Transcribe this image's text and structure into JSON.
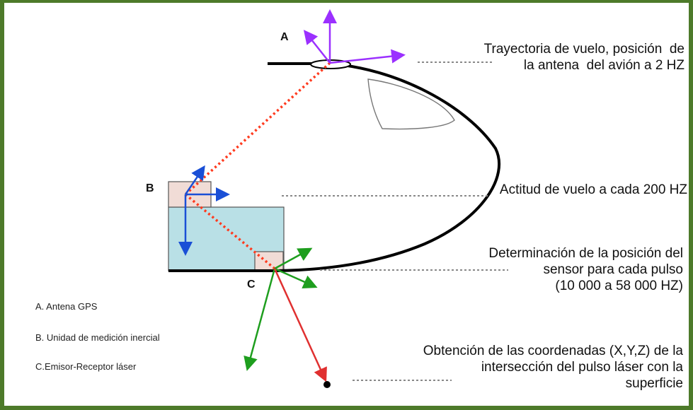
{
  "labels": {
    "a": "A",
    "b": "B",
    "c": "C"
  },
  "annotations": {
    "trajectory": "Trayectoria de vuelo, posición  de\nla antena  del avión a 2 HZ",
    "attitude": "Actitud de vuelo a cada 200 HZ",
    "sensor_position": "Determinación de la posición del\nsensor para cada pulso\n(10 000 a 58 000 HZ)",
    "coordinates": "Obtención de las coordenadas (X,Y,Z) de la\nintersección del pulso láser con la\nsuperficie"
  },
  "legend": {
    "a": "A. Antena GPS",
    "b": "B. Unidad de medición inercial",
    "c": "C.Emisor-Receptor láser"
  },
  "colors": {
    "border": "#4d7a2a",
    "gps_axes": "#9b30ff",
    "imu_axes": "#1a4fd6",
    "laser_axes": "#1e9e1e",
    "laser_beam": "#e03030",
    "dotted_link": "#ff3b1f",
    "imu_box": "#b9e0e6",
    "sensor_box": "#f1dcd6"
  }
}
